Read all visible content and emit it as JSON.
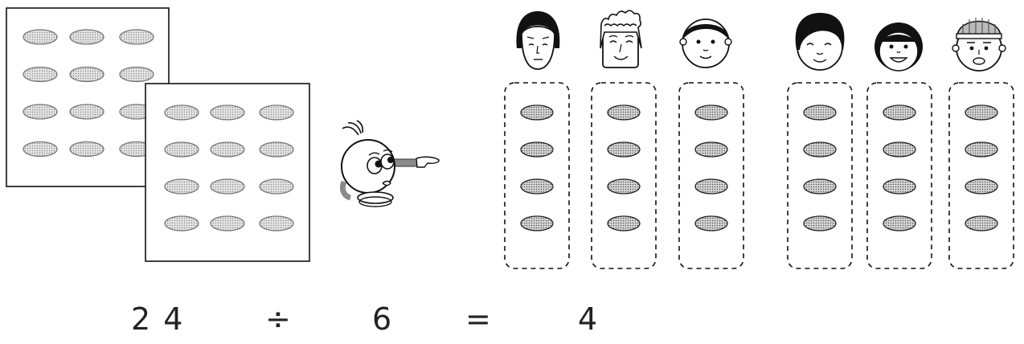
{
  "equation": {
    "dividend": "2 4",
    "divide_sign": "÷",
    "divisor": "6",
    "equals_sign": "=",
    "quotient": "4"
  },
  "counts": {
    "trays": 2,
    "cookies_per_tray": 12,
    "children": 6,
    "cookies_per_child": 4
  },
  "icons": {
    "cookie": "oval-cookie-icon",
    "tray": "square-tray",
    "pointer": "pointing-character",
    "children": [
      "girl-face",
      "curly-hair-boy-face",
      "boy-face",
      "short-hair-girl-face",
      "smiling-girl-face",
      "beanie-boy-face"
    ]
  },
  "colors": {
    "line": "#111111",
    "cookie_fill": "#c9c9c9",
    "cookie_outline_tray": "#777777",
    "cookie_outline_group": "#222222",
    "arm_gray": "#8a8a8a"
  }
}
